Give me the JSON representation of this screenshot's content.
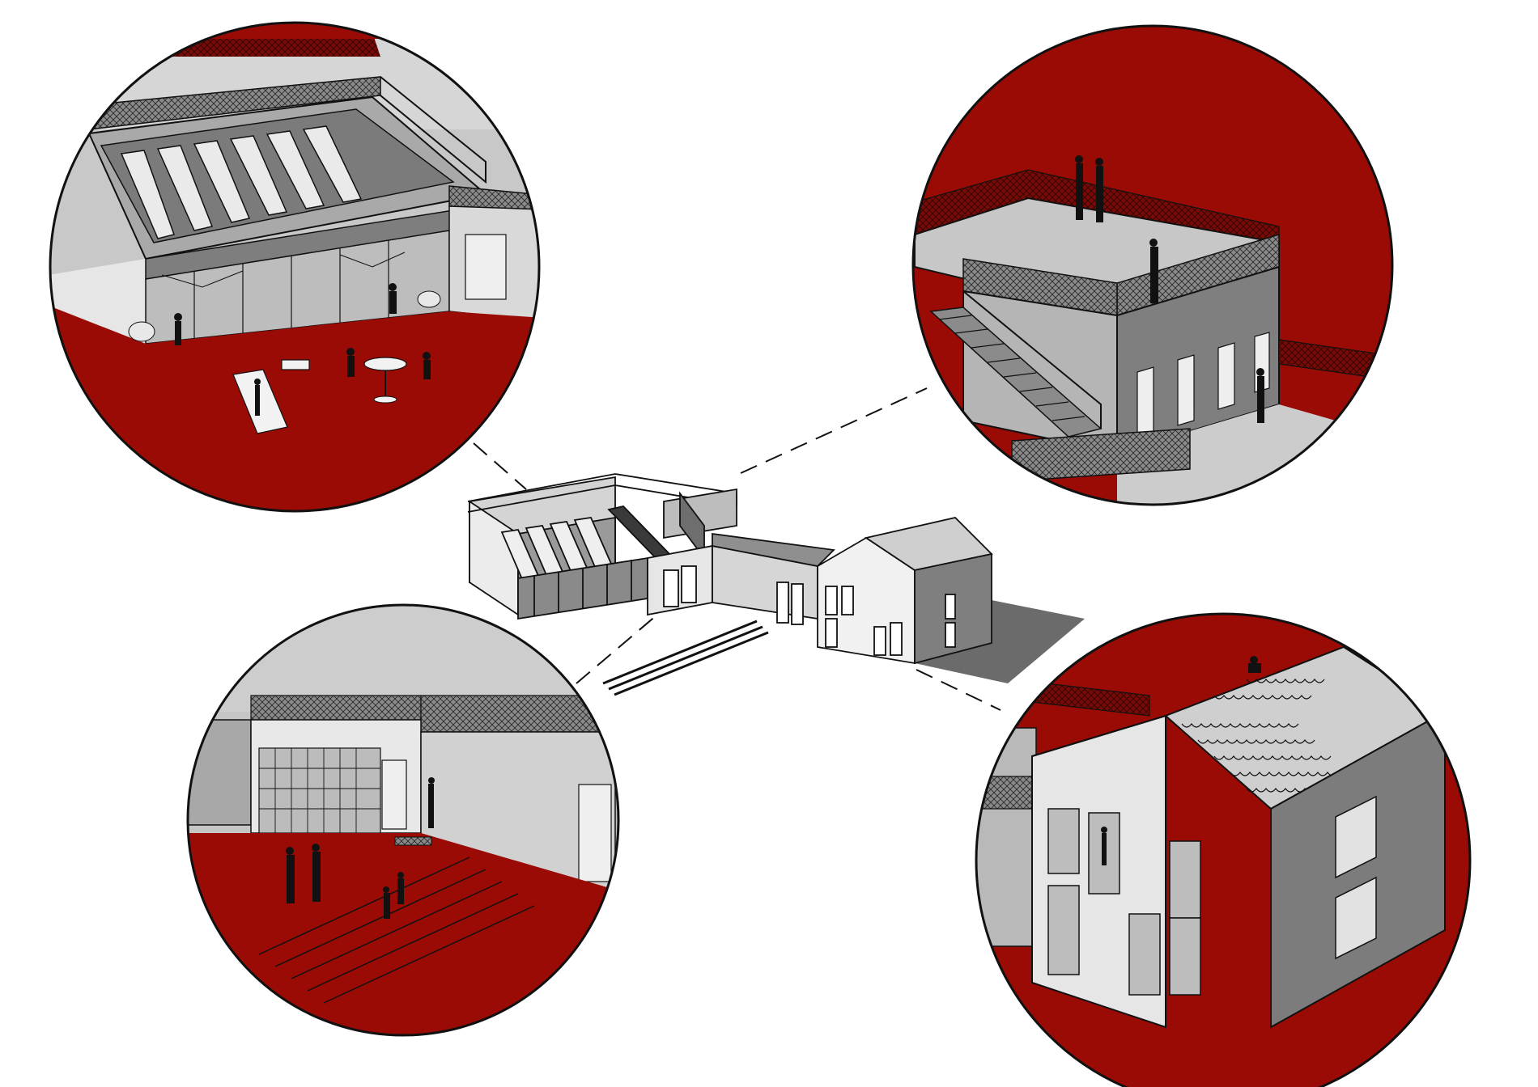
{
  "diagram": {
    "type": "axonometric-illustration",
    "palette": {
      "background": "#ffffff",
      "accent_red": "#9b0b05",
      "outline": "#111111",
      "wall_light": "#e4e4e4",
      "wall_mid": "#b9b9b9",
      "wall_dark": "#7d7d7d",
      "glass": "#cfcfcf"
    },
    "callouts": [
      {
        "id": "courtyard-terrace",
        "icon": "sunken-courtyard-with-skylights"
      },
      {
        "id": "roof-terrace",
        "icon": "rooftop-with-stair"
      },
      {
        "id": "entrance-steps",
        "icon": "entrance-with-seating-steps"
      },
      {
        "id": "gabled-house",
        "icon": "gabled-house-with-windows"
      }
    ],
    "central_model": {
      "icon": "building-complex-axonometric"
    }
  }
}
